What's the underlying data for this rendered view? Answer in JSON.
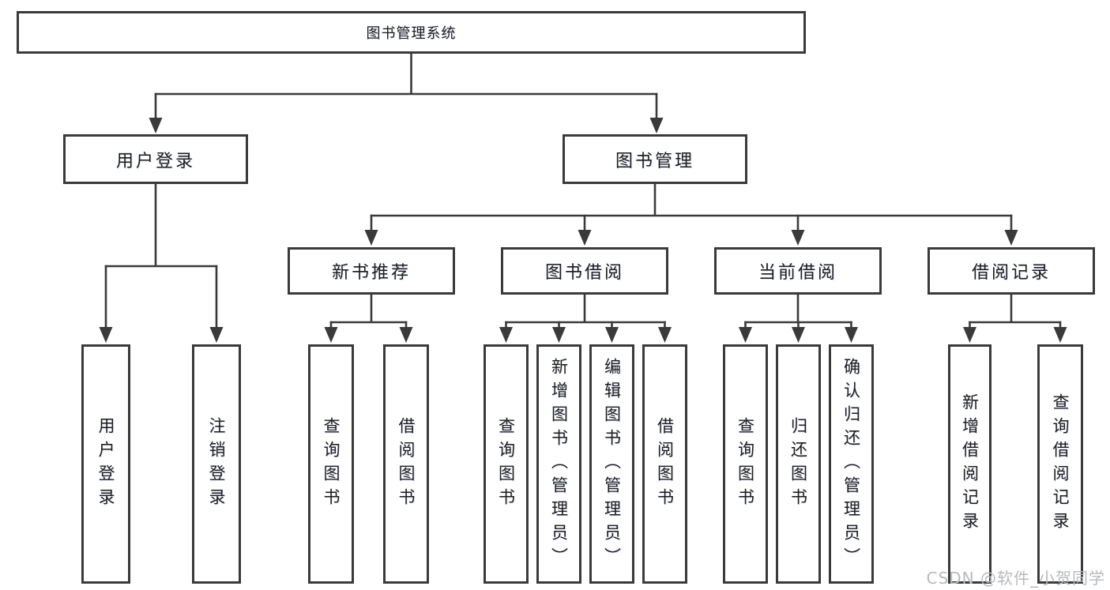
{
  "diagram": {
    "root": {
      "label": "图书管理系统",
      "children": [
        {
          "label": "用户登录",
          "children": [
            {
              "label": "用户登录"
            },
            {
              "label": "注销登录"
            }
          ]
        },
        {
          "label": "图书管理",
          "children": [
            {
              "label": "新书推荐",
              "children": [
                {
                  "label": "查询图书"
                },
                {
                  "label": "借阅图书"
                }
              ]
            },
            {
              "label": "图书借阅",
              "children": [
                {
                  "label": "查询图书"
                },
                {
                  "label": "新增图书（管理员）"
                },
                {
                  "label": "编辑图书（管理员）"
                },
                {
                  "label": "借阅图书"
                }
              ]
            },
            {
              "label": "当前借阅",
              "children": [
                {
                  "label": "查询图书"
                },
                {
                  "label": "归还图书"
                },
                {
                  "label": "确认归还（管理员）"
                }
              ]
            },
            {
              "label": "借阅记录",
              "children": [
                {
                  "label": "新增借阅记录"
                },
                {
                  "label": "查询借阅记录"
                }
              ]
            }
          ]
        }
      ]
    },
    "watermark": "CSDN @软件_小贺同学",
    "colors": {
      "line": "#3a3a3a",
      "box_border": "#3a3a3a",
      "text": "#1d1d1f",
      "watermark": "#b7b9bd",
      "background": "#ffffff"
    }
  }
}
